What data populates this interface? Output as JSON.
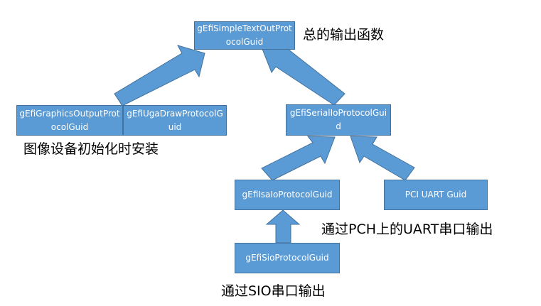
{
  "nodes": {
    "simple_text_out": "gEfiSimpleTextOutProtocolGuid",
    "graphics_output": "gEfiGraphicsOutputProtocolGuid",
    "uga_draw": "gEfiUgaDrawProtocolGuid",
    "serial_io": "gEfiSerialIoProtocolGuid",
    "isa_io": "gEfiIsaIoProtocolGuid",
    "pci_uart": "PCI UART Guid",
    "sio": "gEfiSioProtocolGuid"
  },
  "captions": {
    "total_output": "总的输出函数",
    "graphics_install": "图像设备初始化时安装",
    "pch_uart": "通过PCH上的UART串口输出",
    "sio_serial": "通过SIO串口输出"
  },
  "colors": {
    "box_fill": "#5b9bd5",
    "box_border": "#41719c"
  }
}
